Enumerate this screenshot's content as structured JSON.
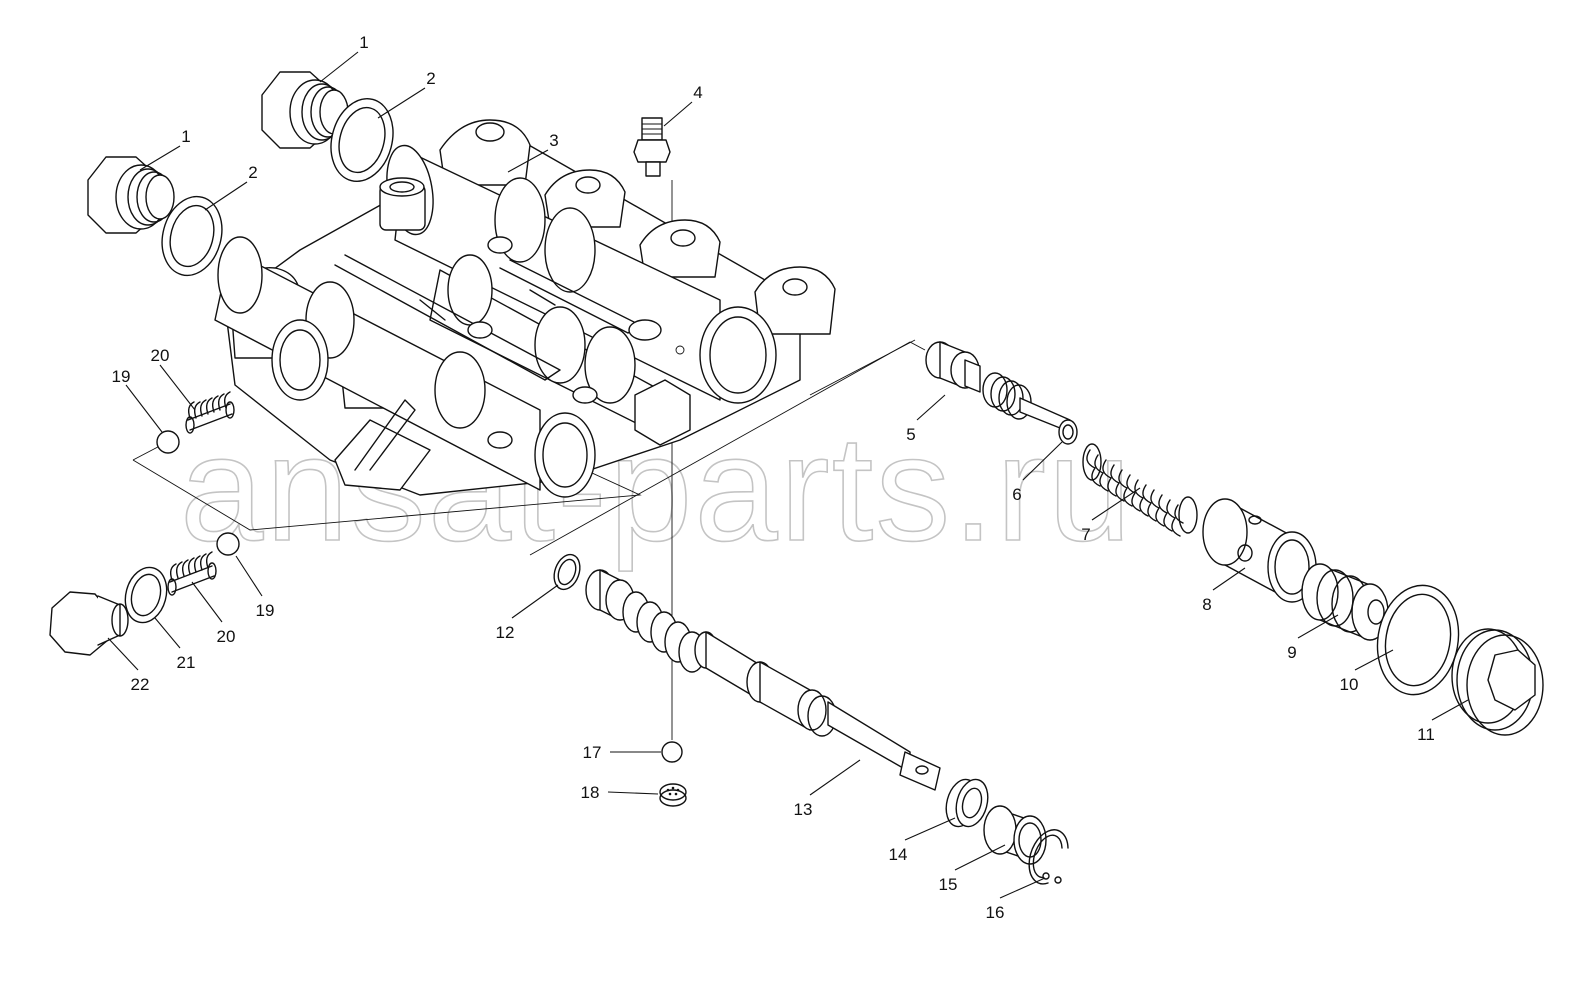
{
  "watermark": "ansat-parts.ru",
  "callouts": [
    "1",
    "2",
    "1",
    "2",
    "3",
    "4",
    "5",
    "6",
    "7",
    "8",
    "9",
    "10",
    "11",
    "12",
    "13",
    "14",
    "15",
    "16",
    "17",
    "18",
    "19",
    "20",
    "19",
    "20",
    "21",
    "22"
  ]
}
